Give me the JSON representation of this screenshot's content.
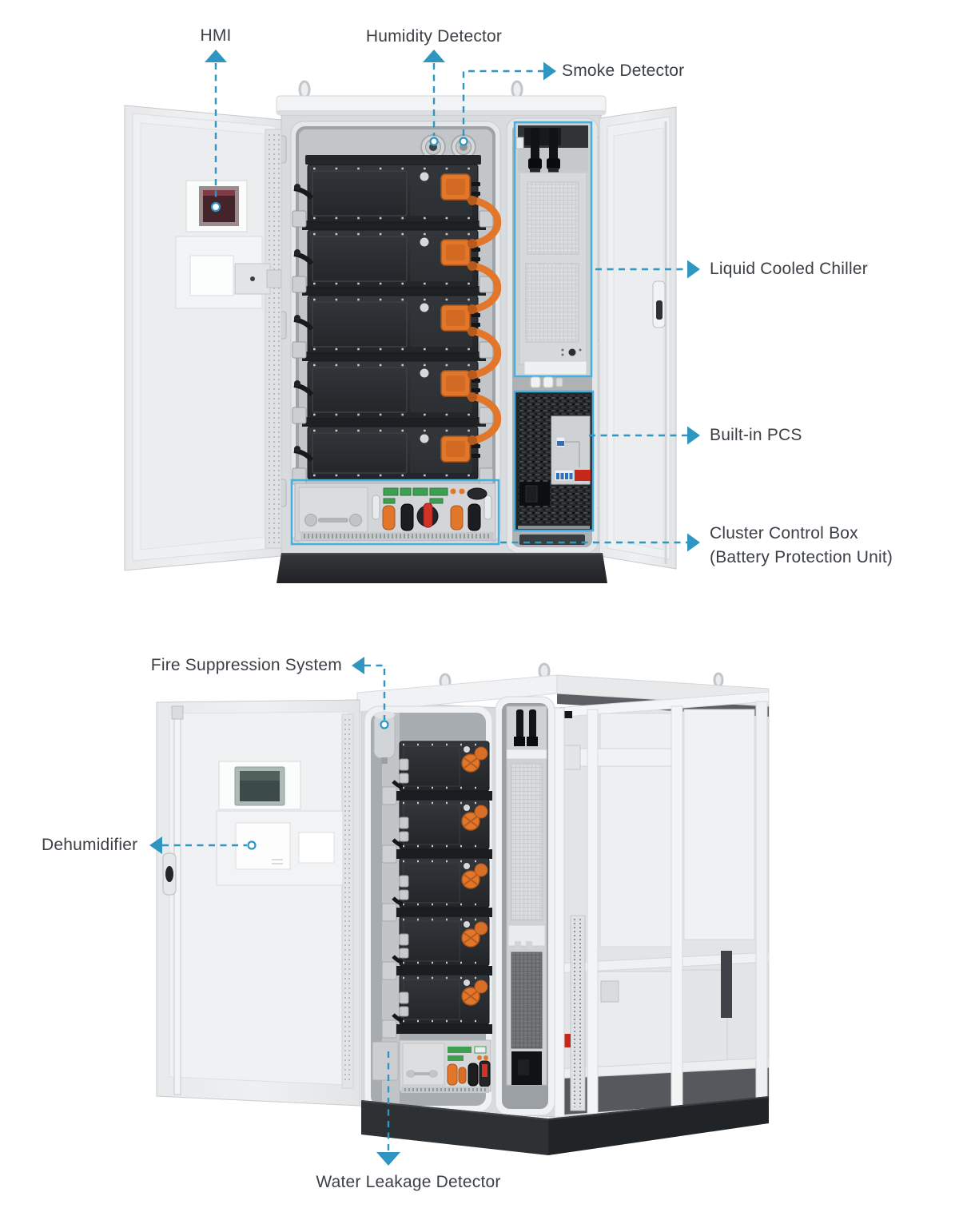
{
  "colors": {
    "accent": "#2e96c1",
    "highlight": "#45aede",
    "label_text": "#3b4047"
  },
  "labels": {
    "hmi": "HMI",
    "humidity_detector": "Humidity Detector",
    "smoke_detector": "Smoke Detector",
    "liquid_cooled_chiller": "Liquid Cooled Chiller",
    "built_in_pcs": "Built-in PCS",
    "cluster_control_box": {
      "line1": "Cluster Control Box",
      "line2": "(Battery Protection Unit)"
    },
    "fire_suppression_system": "Fire Suppression System",
    "dehumidifier": "Dehumidifier",
    "water_leakage_detector": "Water Leakage Detector"
  }
}
